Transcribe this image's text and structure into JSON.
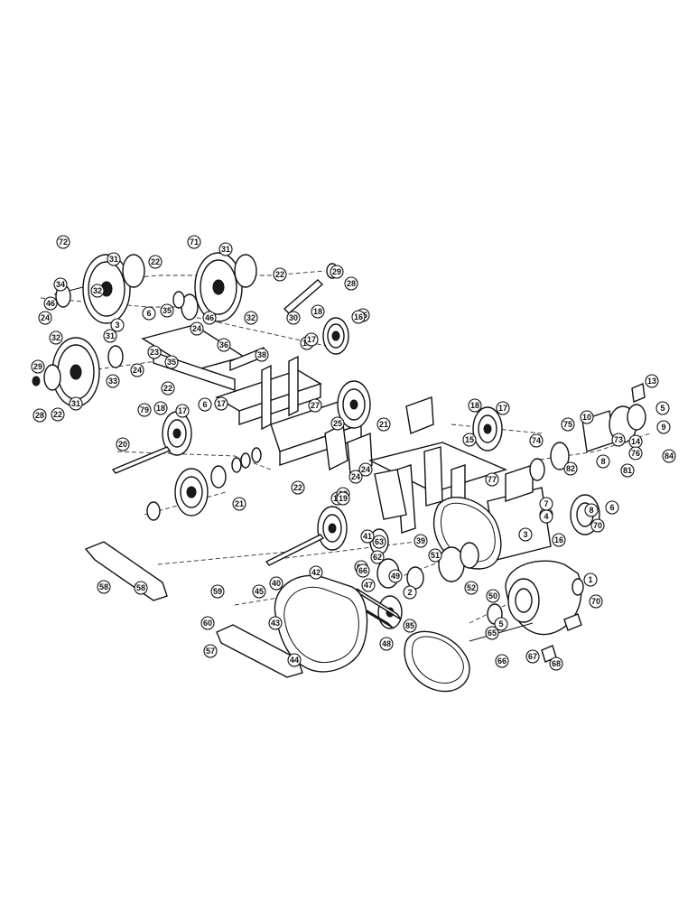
{
  "callouts": [
    "72",
    "31",
    "22",
    "32",
    "71",
    "31",
    "22",
    "32",
    "34",
    "46",
    "24",
    "6",
    "3",
    "35",
    "46",
    "24",
    "33",
    "32",
    "29",
    "28",
    "30",
    "18",
    "16",
    "17",
    "36",
    "38",
    "29",
    "28",
    "22",
    "31",
    "31",
    "24",
    "23",
    "35",
    "79",
    "6",
    "22",
    "27",
    "18",
    "17",
    "17",
    "20",
    "25",
    "21",
    "24",
    "18",
    "16",
    "17",
    "22",
    "24",
    "19",
    "21",
    "15",
    "77",
    "73",
    "10",
    "13",
    "5",
    "74",
    "75",
    "9",
    "14",
    "76",
    "84",
    "83",
    "8",
    "81",
    "82",
    "6",
    "7",
    "4",
    "3",
    "16",
    "70",
    "18",
    "17",
    "19",
    "39",
    "41",
    "63",
    "51",
    "62",
    "64",
    "66",
    "49",
    "2",
    "52",
    "42",
    "50",
    "1",
    "70",
    "59",
    "60",
    "58",
    "58",
    "45",
    "40",
    "43",
    "47",
    "85",
    "57",
    "44",
    "48",
    "65",
    "5",
    "66",
    "67",
    "68",
    "8"
  ]
}
